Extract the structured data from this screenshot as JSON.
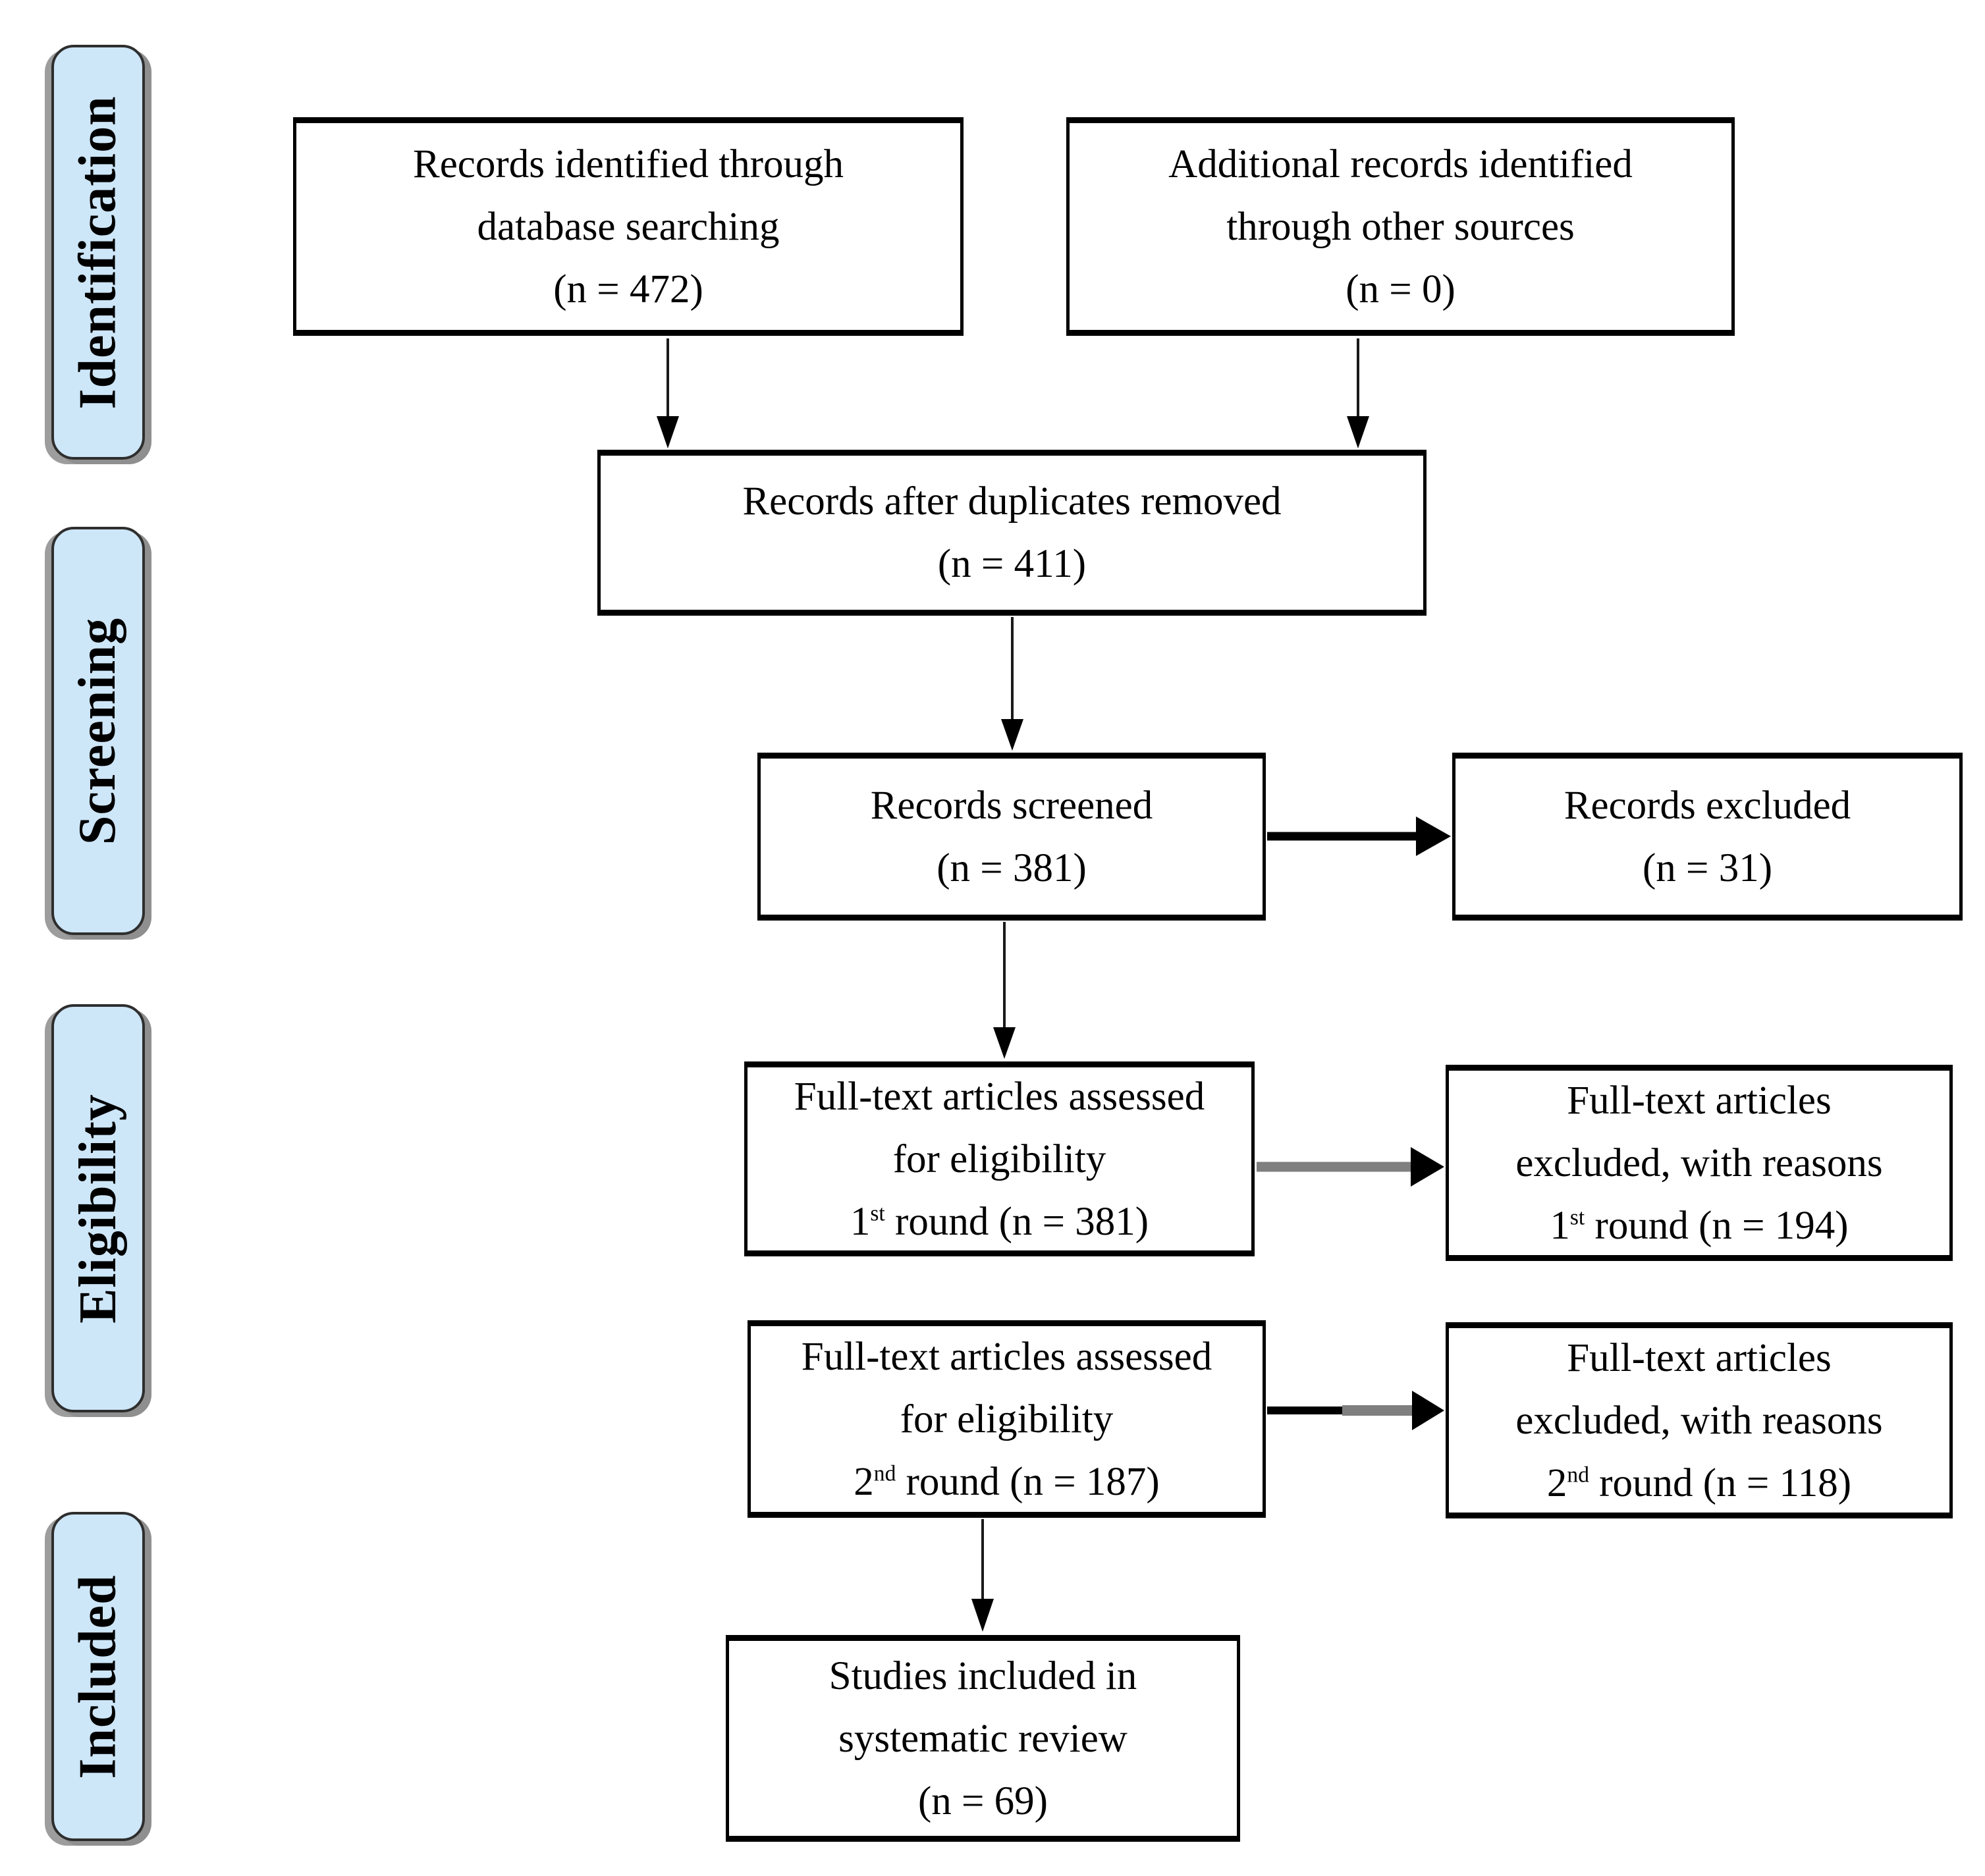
{
  "diagram": {
    "type": "PRISMA flow diagram",
    "stages": [
      {
        "label": "Identification"
      },
      {
        "label": "Screening"
      },
      {
        "label": "Eligibility"
      },
      {
        "label": "Included"
      }
    ],
    "boxes": {
      "records_identified": {
        "lines": [
          "Records identified through",
          "database searching",
          "(n = 472)"
        ]
      },
      "additional_records": {
        "lines": [
          "Additional records identified",
          "through other sources",
          "(n = 0)"
        ]
      },
      "duplicates_removed": {
        "lines": [
          "Records after duplicates removed",
          "(n = 411)"
        ]
      },
      "records_screened": {
        "lines": [
          "Records screened",
          "(n = 381)"
        ]
      },
      "records_excluded": {
        "lines": [
          "Records excluded",
          "(n = 31)"
        ]
      },
      "fulltext_first": {
        "lines": [
          "Full-text articles assessed",
          "for eligibility",
          "1^{st} round (n = 381)"
        ]
      },
      "fulltext_excluded_first": {
        "lines": [
          "Full-text articles",
          "excluded, with reasons",
          "1^{st} round (n = 194)"
        ]
      },
      "fulltext_second": {
        "lines": [
          "Full-text articles assessed",
          "for eligibility",
          "2^{nd} round (n = 187)"
        ]
      },
      "fulltext_excluded_second": {
        "lines": [
          "Full-text articles",
          "excluded, with reasons",
          "2^{nd} round (n = 118)"
        ]
      },
      "studies_included": {
        "lines": [
          "Studies included in",
          "systematic review",
          "(n = 69)"
        ]
      }
    },
    "colors": {
      "stage_fill": "#CDE6F8",
      "stage_shadow": "#8F8F8F",
      "box_border": "#000000",
      "arrow_black": "#000000",
      "arrow_gray": "#7F7F7F"
    }
  }
}
